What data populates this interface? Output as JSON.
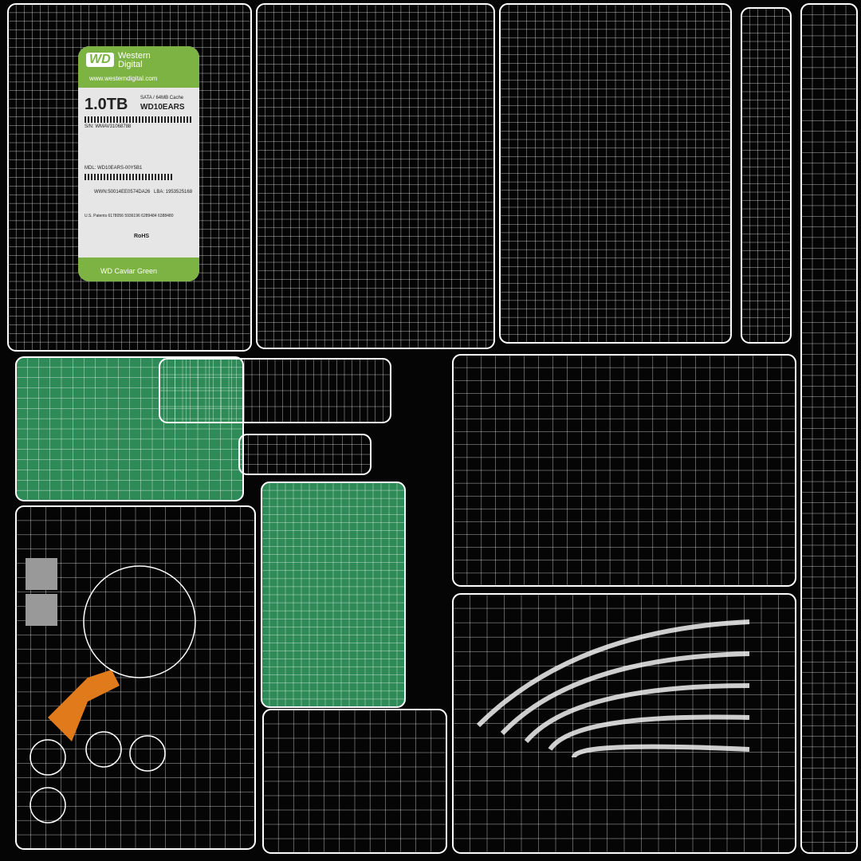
{
  "label": {
    "brand_logo": "WD",
    "brand_name": "Western Digital",
    "website": "www.westerndigital.com",
    "capacity": "1.0TB",
    "interface": "SATA / 64MB Cache",
    "model": "WD10EARS",
    "serial": "S/N: WMAV31068788",
    "mdl": "MDL: WD10EARS-00Y5B1",
    "wwn": "WWN:50014EE0574DA26",
    "lba": "LBA: 1953525168",
    "patents": "U.S. Patents 6178056 5936196 6289484 6388480",
    "rohs": "RoHS",
    "series": "WD Caviar Green"
  },
  "colors": {
    "background": "#050505",
    "wire": "#ffffff",
    "label_green": "#7cb342",
    "pcb_green": "#2e8b57",
    "flex_cable": "#e07a1a"
  }
}
